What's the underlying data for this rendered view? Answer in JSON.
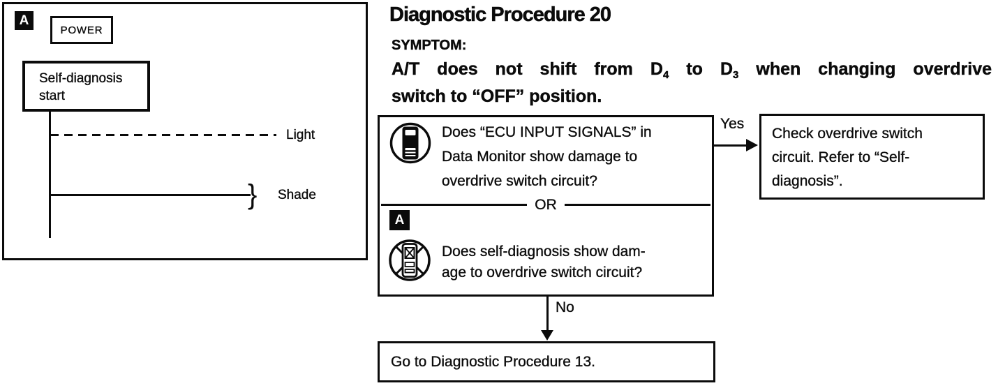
{
  "colors": {
    "ink": "#0b0b0b",
    "paper": "#ffffff"
  },
  "timing_panel": {
    "badge": "A",
    "power_label": "POWER",
    "self_diagnosis_lines": [
      "Self-diagnosis",
      "start"
    ],
    "light_label": "Light",
    "shade_label": "Shade",
    "brace_glyph": "}"
  },
  "header": {
    "title": "Diagnostic Procedure 20",
    "symptom_heading": "SYMPTOM:",
    "symptom": {
      "p1": "A/T does not shift from D",
      "sub1": "4",
      "p2": " to D",
      "sub2": "3",
      "p3": " when changing overdrive",
      "line2": "switch to “OFF” position."
    }
  },
  "flowchart": {
    "question1_lines": [
      "Does “ECU INPUT SIGNALS” in",
      "Data Monitor show damage to",
      "overdrive switch circuit?"
    ],
    "or_label": "OR",
    "badge": "A",
    "question2_lines": [
      "Does self-diagnosis show dam-",
      "age to overdrive switch circuit?"
    ],
    "yes_label": "Yes",
    "no_label": "No",
    "yes_result_lines": [
      "Check overdrive switch",
      "circuit. Refer to “Self-",
      "diagnosis”."
    ],
    "no_result": "Go to Diagnostic Procedure 13.",
    "icons": {
      "q1": "consult-data-monitor-icon",
      "q2": "without-consult-icon"
    }
  }
}
